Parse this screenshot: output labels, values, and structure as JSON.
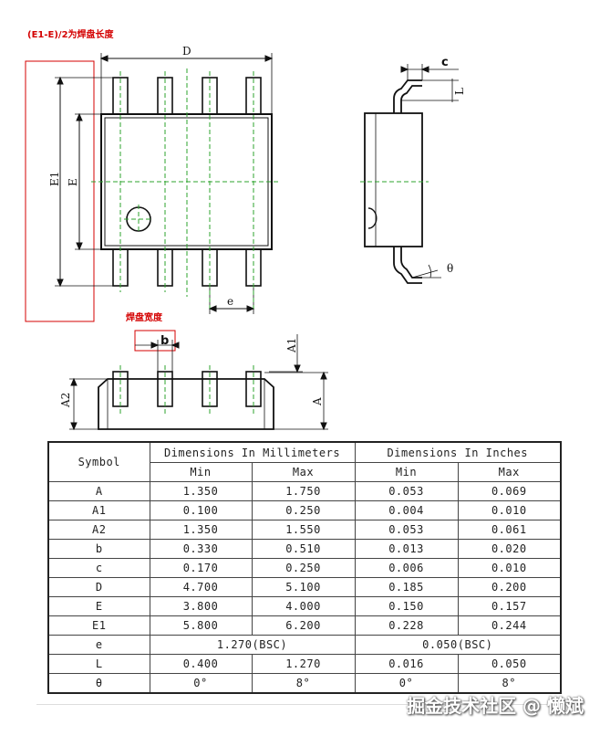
{
  "notes": {
    "pad_length": "(E1-E)/2为焊盘长度",
    "pad_width": "焊盘宽度"
  },
  "labels": {
    "D": "D",
    "E1": "E1",
    "E": "E",
    "e": "e",
    "b": "b",
    "c": "c",
    "L": "L",
    "theta": "θ",
    "A1": "A1",
    "A2": "A2",
    "A": "A"
  },
  "table": {
    "symbol_header": "Symbol",
    "mm_header": "Dimensions In Millimeters",
    "in_header": "Dimensions In Inches",
    "min": "Min",
    "max": "Max",
    "rows": [
      {
        "sym": "A",
        "mm_min": "1.350",
        "mm_max": "1.750",
        "in_min": "0.053",
        "in_max": "0.069"
      },
      {
        "sym": "A1",
        "mm_min": "0.100",
        "mm_max": "0.250",
        "in_min": "0.004",
        "in_max": "0.010"
      },
      {
        "sym": "A2",
        "mm_min": "1.350",
        "mm_max": "1.550",
        "in_min": "0.053",
        "in_max": "0.061"
      },
      {
        "sym": "b",
        "mm_min": "0.330",
        "mm_max": "0.510",
        "in_min": "0.013",
        "in_max": "0.020"
      },
      {
        "sym": "c",
        "mm_min": "0.170",
        "mm_max": "0.250",
        "in_min": "0.006",
        "in_max": "0.010"
      },
      {
        "sym": "D",
        "mm_min": "4.700",
        "mm_max": "5.100",
        "in_min": "0.185",
        "in_max": "0.200"
      },
      {
        "sym": "E",
        "mm_min": "3.800",
        "mm_max": "4.000",
        "in_min": "0.150",
        "in_max": "0.157"
      },
      {
        "sym": "E1",
        "mm_min": "5.800",
        "mm_max": "6.200",
        "in_min": "0.228",
        "in_max": "0.244"
      },
      {
        "sym": "L",
        "mm_min": "0.400",
        "mm_max": "1.270",
        "in_min": "0.016",
        "in_max": "0.050"
      },
      {
        "sym": "θ",
        "mm_min": "0°",
        "mm_max": "8°",
        "in_min": "0°",
        "in_max": "8°"
      }
    ],
    "e_row": {
      "sym": "e",
      "mm": "1.270(BSC)",
      "in": "0.050(BSC)"
    }
  },
  "watermark": "掘金技术社区 @ 懒斌",
  "colors": {
    "note": "#d40000",
    "guide": "#2ea32e",
    "line": "#111111"
  }
}
